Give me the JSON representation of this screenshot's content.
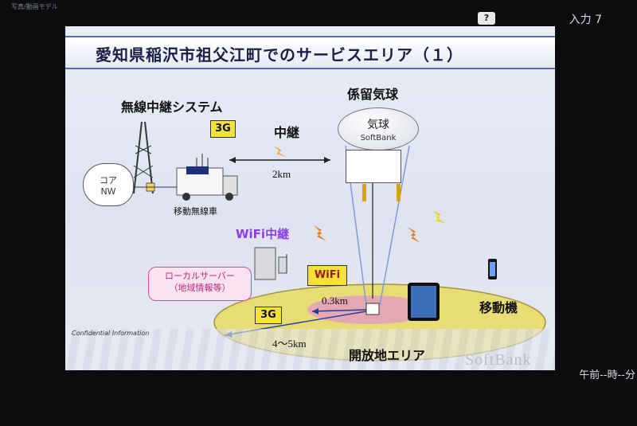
{
  "monitor": {
    "top_left": "写真/動画モデル",
    "help_icon": "?",
    "input": "入力 7",
    "clock": "午前--時--分"
  },
  "slide": {
    "title": "愛知県稲沢市祖父江町でのサービスエリア（１）",
    "wireless_relay_system": "無線中継システム",
    "tag_3g_top": "3G",
    "relay": "中継",
    "distance_2km": "2km",
    "core_nw_line1": "コア",
    "core_nw_line2": "NW",
    "mobile_truck": "移動無線車",
    "tethered_balloon": "係留気球",
    "balloon_label": "気球",
    "balloon_brand": "SoftBank",
    "wifi_relay": "WiFi中継",
    "local_server_line1": "ローカルサーバー",
    "local_server_line2": "（地域情報等）",
    "tag_wifi": "WiFi",
    "distance_03km": "0.3km",
    "tag_3g_bottom": "3G",
    "mobile_device": "移動機",
    "distance_45km": "4～5km",
    "open_area": "開放地エリア",
    "confidential": "Confidential Information",
    "footer_brand": "SoftBank"
  },
  "colors": {
    "tag_yellow": "#f4e13a",
    "title_border": "#5a6bb2",
    "wifi_purple": "#8b3df0",
    "server_pink": "#d24ca5",
    "ground_yellow": "#e9dc6f",
    "coverage_magenta": "#e27be6"
  }
}
